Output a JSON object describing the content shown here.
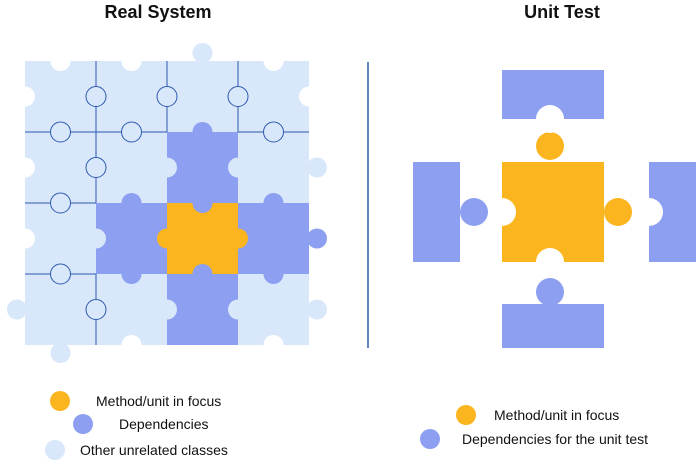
{
  "titles": {
    "real_system": "Real System",
    "unit_test": "Unit Test"
  },
  "colors": {
    "focus": "#fbb51f",
    "dependency": "#8d9ff1",
    "unrelated": "#d8e7fa",
    "grid_line": "#2e5ab0",
    "divider": "#2e5ab0",
    "text": "#111111"
  },
  "grid": {
    "rows": 4,
    "cols": 4,
    "cells": [
      [
        "unrelated",
        "unrelated",
        "unrelated",
        "unrelated"
      ],
      [
        "unrelated",
        "unrelated",
        "dependency",
        "unrelated"
      ],
      [
        "unrelated",
        "dependency",
        "focus",
        "dependency"
      ],
      [
        "unrelated",
        "unrelated",
        "dependency",
        "unrelated"
      ]
    ]
  },
  "legend_left": [
    {
      "label": "Method/unit in focus",
      "role": "focus"
    },
    {
      "label": "Dependencies",
      "role": "dependency"
    },
    {
      "label": "Other unrelated classes",
      "role": "unrelated"
    }
  ],
  "legend_right": [
    {
      "label": "Method/unit in focus",
      "role": "focus"
    },
    {
      "label": "Dependencies for the unit test",
      "role": "dependency"
    }
  ]
}
